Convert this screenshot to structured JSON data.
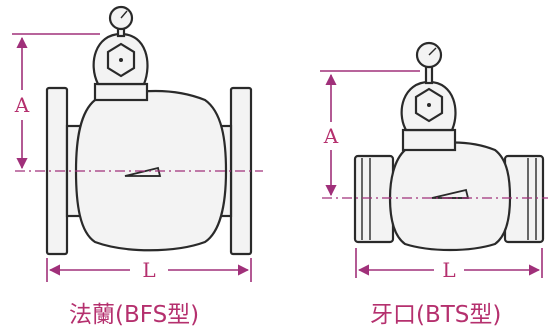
{
  "left_diagram": {
    "caption": "法蘭(BFS型)",
    "dimension_a_label": "A",
    "dimension_l_label": "L"
  },
  "right_diagram": {
    "caption": "牙口(BTS型)",
    "dimension_a_label": "A",
    "dimension_l_label": "L"
  },
  "colors": {
    "dimension_line": "#a0307a",
    "caption_text": "#b5306e",
    "outline": "#2a2a2a"
  }
}
